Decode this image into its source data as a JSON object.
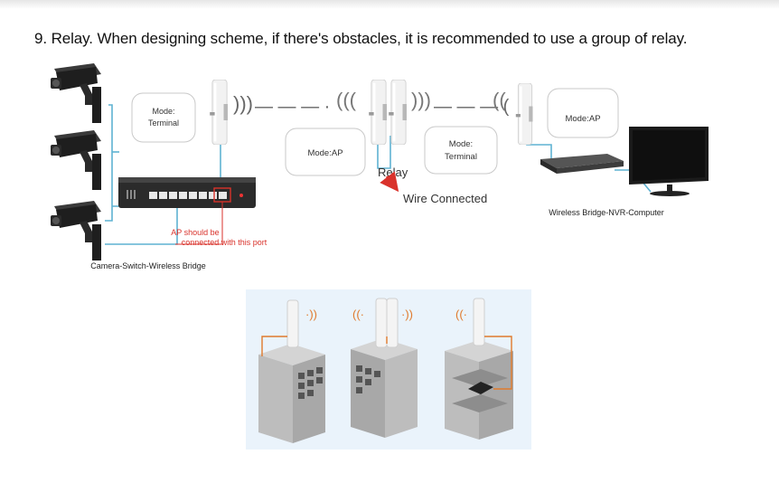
{
  "heading": "9. Relay. When designing scheme, if there's obstacles, it is recommended to use a group of relay.",
  "left_bridge": {
    "mode_label": "Mode:",
    "mode_value": "Terminal"
  },
  "relay_left": {
    "mode_label": "Mode:AP"
  },
  "relay_right": {
    "mode_label": "Mode:",
    "mode_value": "Terminal"
  },
  "right_bridge": {
    "mode_label": "Mode:AP"
  },
  "relay_label": "Relay",
  "wire_label": "Wire Connected",
  "ap_note": {
    "line1": "AP should be",
    "line2": "connected with this port"
  },
  "left_caption": "Camera-Switch-Wireless Bridge",
  "right_caption": "Wireless Bridge-NVR-Computer",
  "colors": {
    "cable": "#5fb2d2",
    "annotation_red": "#d9322b",
    "box_border": "#c9c9c9",
    "panel_bg": "#eaf3fb",
    "building_orange": "#e07a2c"
  }
}
